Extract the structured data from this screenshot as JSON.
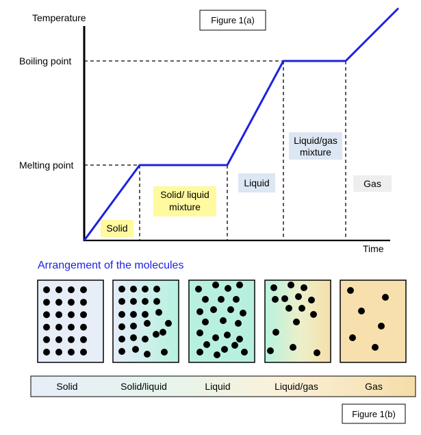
{
  "graph": {
    "y_axis_label": "Temperature",
    "x_axis_label": "Time",
    "figure_label": "Figure 1(a)",
    "levels": {
      "boiling": "Boiling point",
      "melting": "Melting point"
    },
    "phases": [
      {
        "label": "Solid",
        "bg": "#FFF9A0"
      },
      {
        "label": "Solid/ liquid mixture",
        "bg": "#FFF9A0"
      },
      {
        "label": "Liquid",
        "bg": "#DDE6F3"
      },
      {
        "label": "Liquid/gas mixture",
        "bg": "#DDE6F3"
      },
      {
        "label": "Gas",
        "bg": "#EEEEEE"
      }
    ],
    "curve_color": "#1C22E0"
  },
  "arrangement": {
    "title": "Arrangement of the molecules",
    "title_color": "#1C22E0",
    "boxes": [
      {
        "label": "Solid",
        "fill": "#E8EEF8"
      },
      {
        "label": "Solid/liquid",
        "fill": "#E2F4F2"
      },
      {
        "label": "Liquid",
        "fill": "#B8F0E0"
      },
      {
        "label": "Liquid/gas",
        "fill": "#E6EECB"
      },
      {
        "label": "Gas",
        "fill": "#F7E0AD"
      }
    ],
    "strip_colors": [
      "#E6EEF9",
      "#E6F5EC",
      "#FBF1DA",
      "#F5DDA8"
    ],
    "figure_label": "Figure 1(b)"
  }
}
